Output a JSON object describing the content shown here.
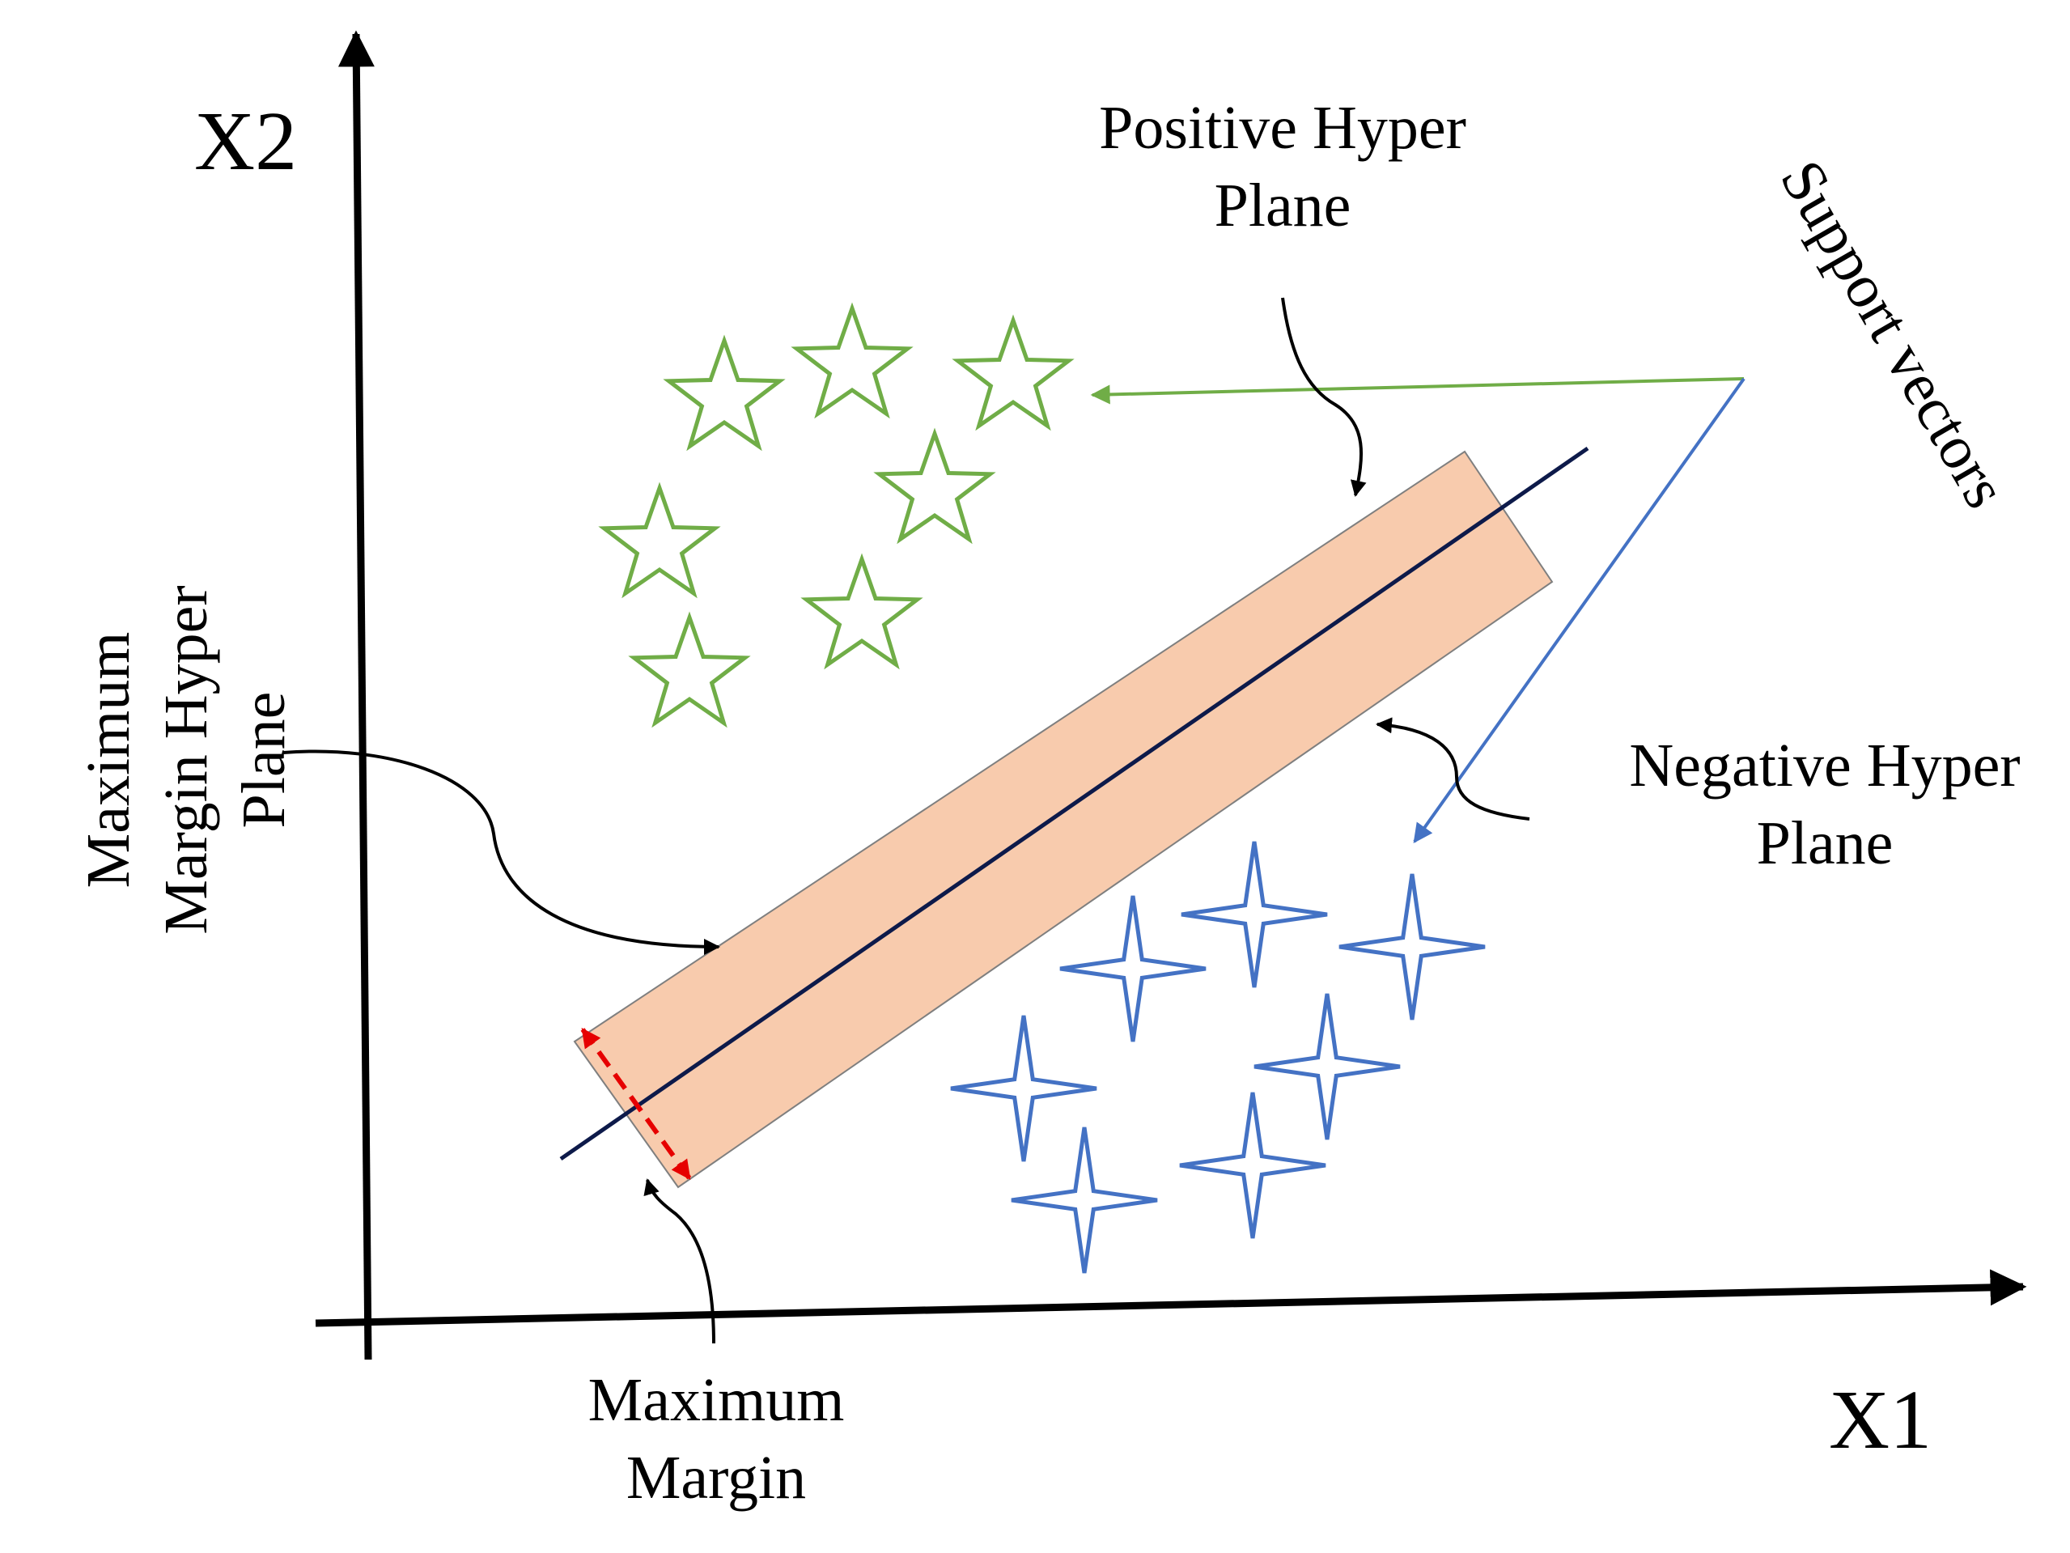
{
  "axes": {
    "x_label": "X1",
    "y_label": "X2"
  },
  "labels": {
    "positive_hyperplane": [
      "Positive Hyper",
      "Plane"
    ],
    "negative_hyperplane": [
      "Negative Hyper",
      "Plane"
    ],
    "support_vectors": "Support vectors",
    "max_margin_hyperplane": [
      "Maximum",
      "Margin Hyper",
      "Plane"
    ],
    "max_margin": [
      "Maximum",
      "Margin"
    ]
  },
  "colors": {
    "positive_class": "#70ad47",
    "negative_class": "#4472c4",
    "margin_band": "#f8cbad",
    "hyperplane_line": "#0d1a4a",
    "margin_arrow": "#e60000",
    "axis": "#000000"
  },
  "classes": {
    "positive_marker": "five-point-star",
    "negative_marker": "four-point-star"
  }
}
